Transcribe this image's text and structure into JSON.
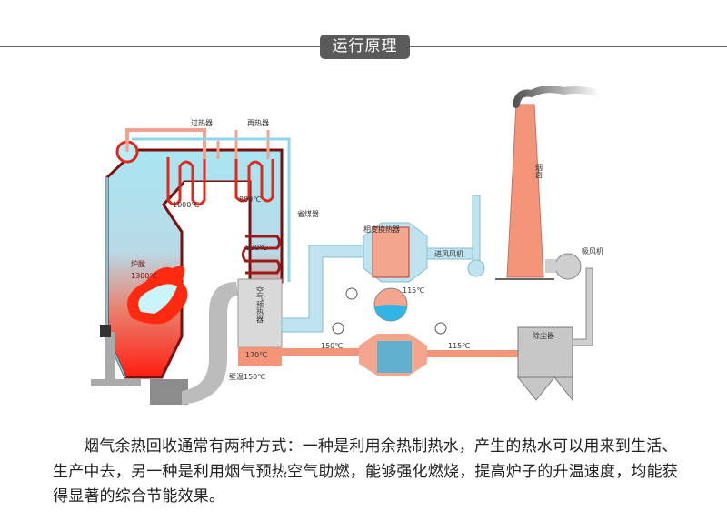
{
  "header": {
    "title": "运行原理"
  },
  "diagram": {
    "labels": {
      "superheater": "过热器",
      "reheater": "再热器",
      "economizer": "省煤器",
      "furnace": "炉膛",
      "furnace_temp": "1300℃",
      "temp_1000": "1000℃",
      "temp_800": "800℃",
      "temp_600": "600℃",
      "air_preheater": "空气预热器",
      "temp_170": "170℃",
      "wall_temp": "壁温150℃",
      "phase_change_exchanger": "相变换热器",
      "inlet_fan": "进风风机",
      "temp_115_upper": "115℃",
      "temp_150": "150℃",
      "temp_115_lower": "115℃",
      "chimney": "烟囱",
      "induced_fan": "吸风机",
      "dust_collector": "除尘器"
    },
    "colors": {
      "hot_gas": "#f4957a",
      "water_blue": "#9fdcec",
      "pipe_red": "#d9251c",
      "gray": "#bdbdbd",
      "dark_red": "#7a1010"
    }
  },
  "paragraph": {
    "text": "烟气余热回收通常有两种方式：一种是利用余热制热水，产生的热水可以用来到生活、生产中去，另一种是利用烟气预热空气助燃，能够强化燃烧，提高炉子的升温速度，均能获得显著的综合节能效果。"
  }
}
